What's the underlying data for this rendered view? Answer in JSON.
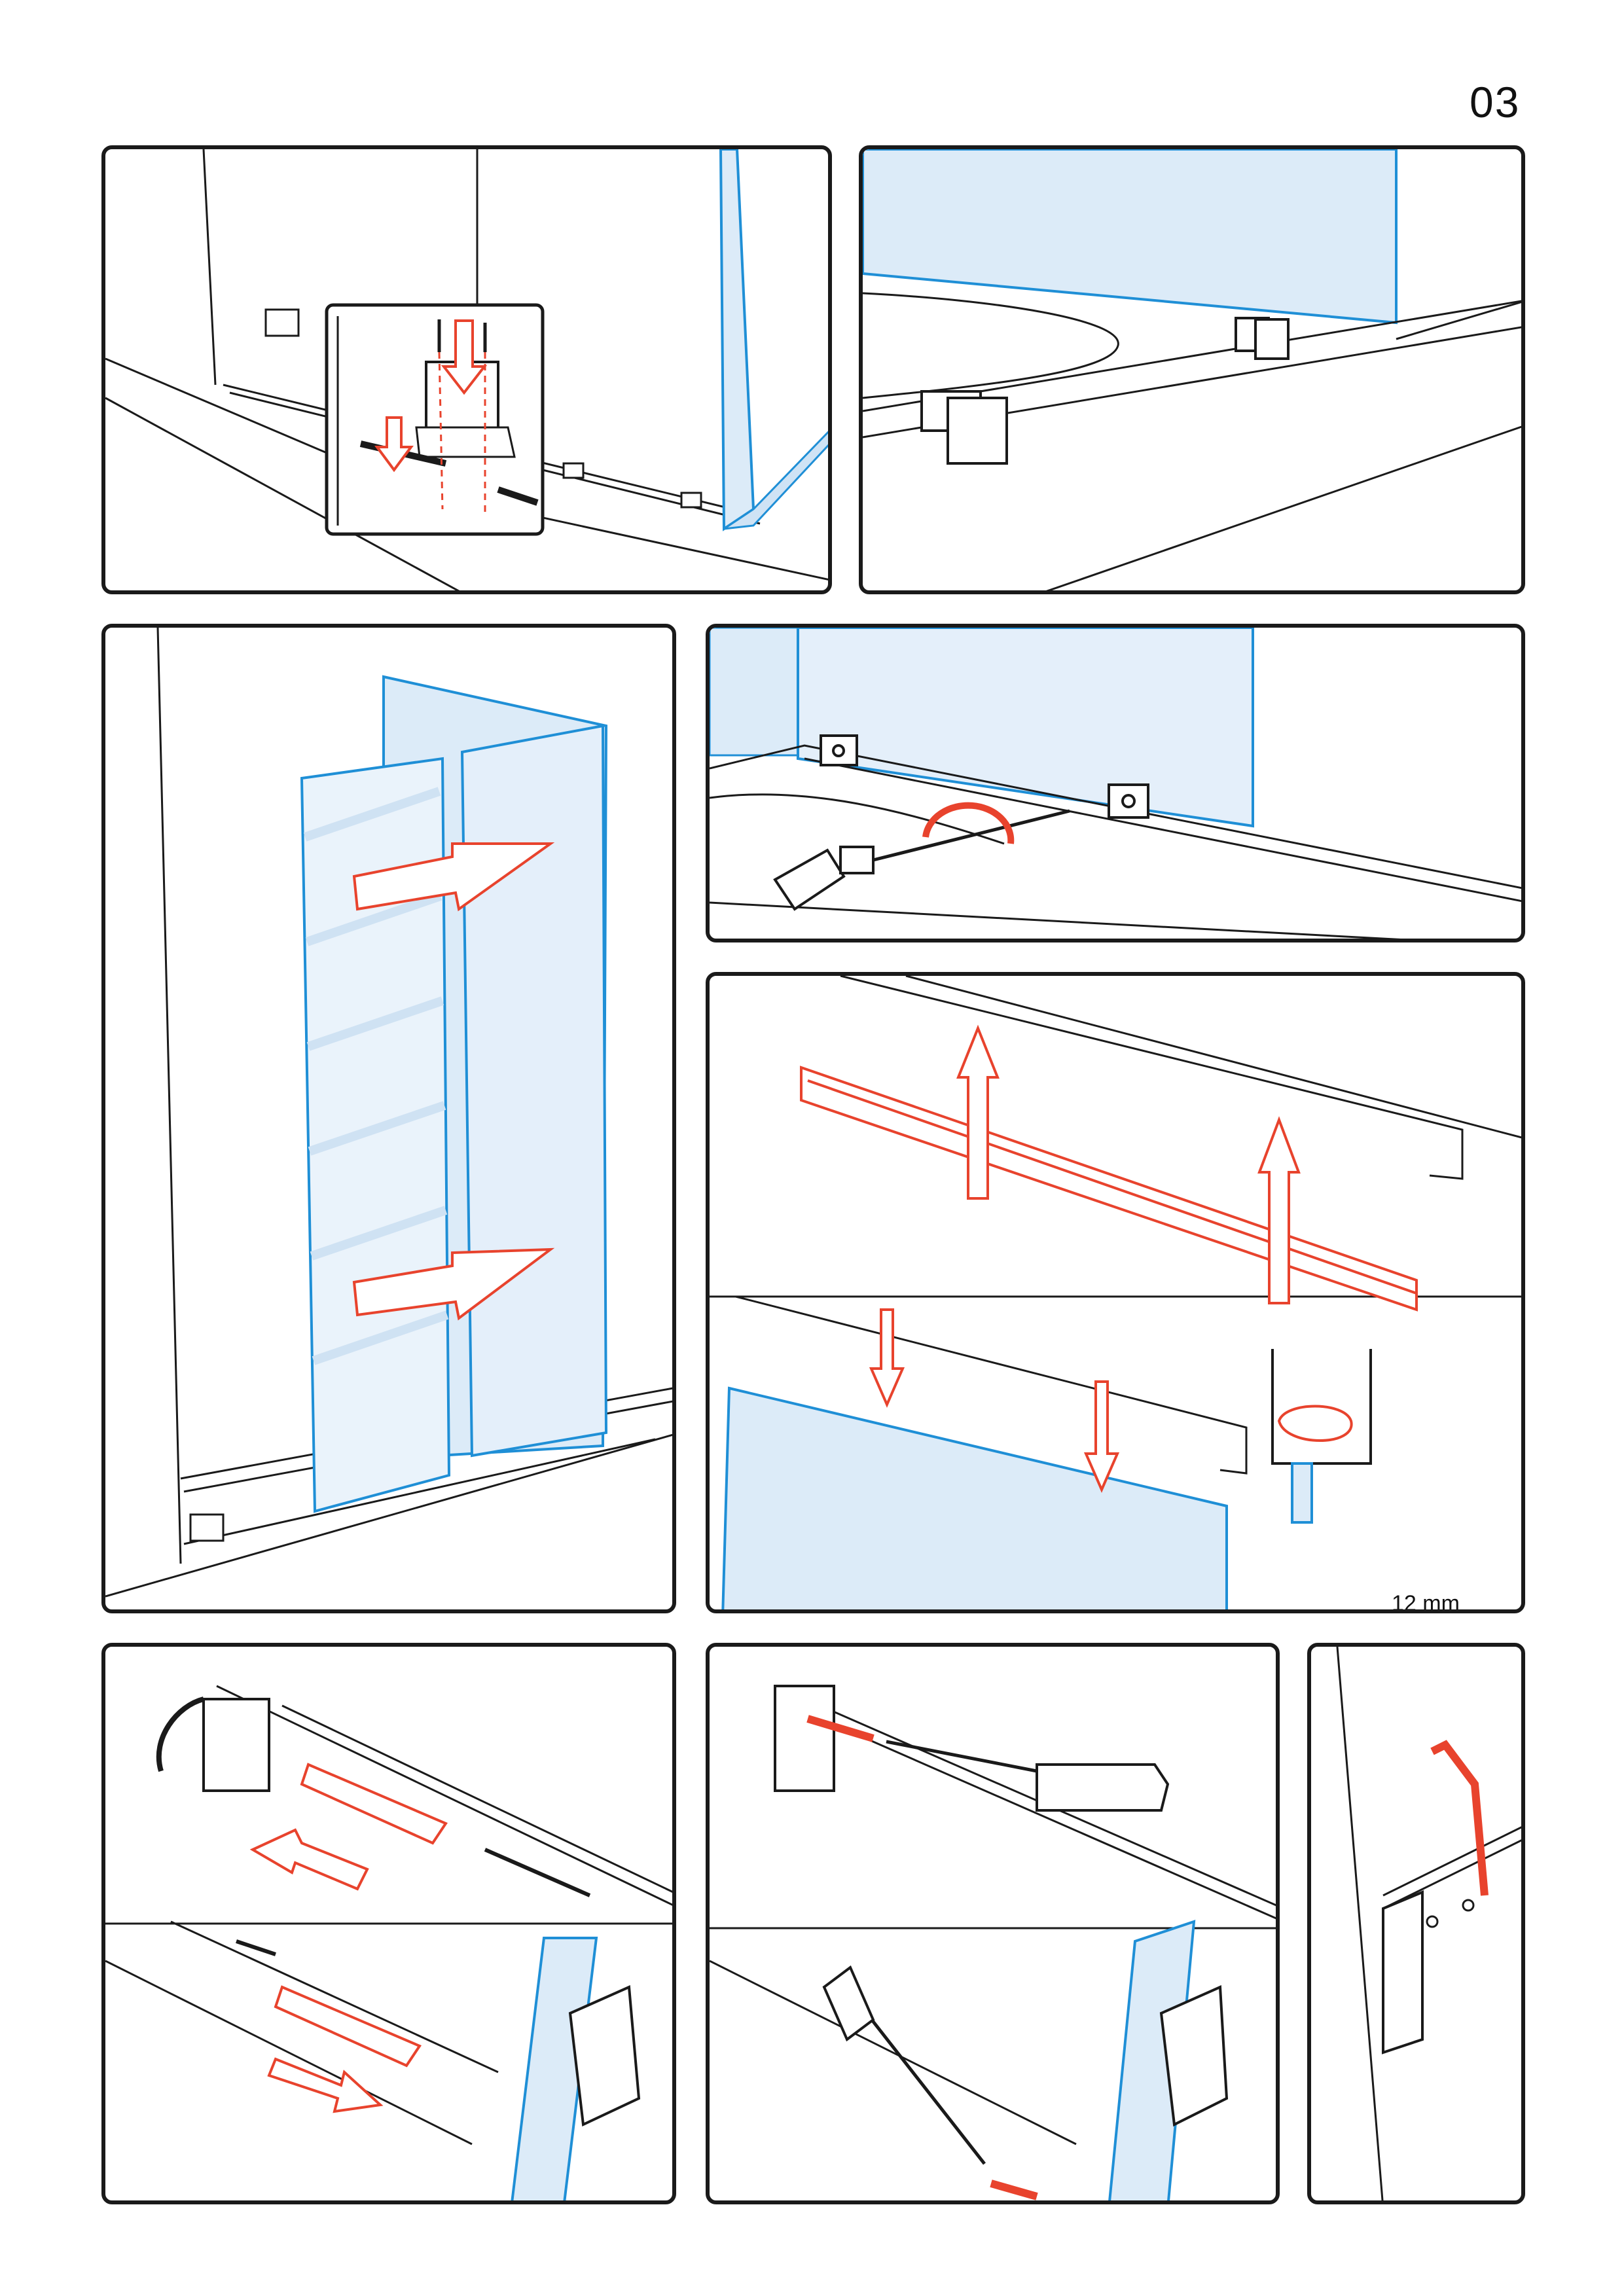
{
  "page": {
    "number": "03"
  },
  "panels": [
    {
      "step": "mount-bottom-guides"
    },
    {
      "step": "guides-installed"
    },
    {
      "step": "insert-glass-panels"
    },
    {
      "step": "tighten-guide-screws"
    },
    {
      "step": "fit-top-seal-profile",
      "dimension": "12 mm"
    },
    {
      "step": "slide-end-bracket"
    },
    {
      "step": "tighten-bracket-screw"
    },
    {
      "step": "allen-key-adjust"
    }
  ],
  "colors": {
    "outline": "#1a1a1a",
    "glass": "#dcebf8",
    "glass_edge": "#1f8fd6",
    "arrow": "#e8432d"
  },
  "icons": [
    "arrow-down-icon",
    "arrow-right-icon",
    "arrow-up-icon",
    "arrow-left-icon",
    "rotate-icon",
    "screwdriver-icon",
    "allen-key-icon",
    "screw-icon"
  ]
}
